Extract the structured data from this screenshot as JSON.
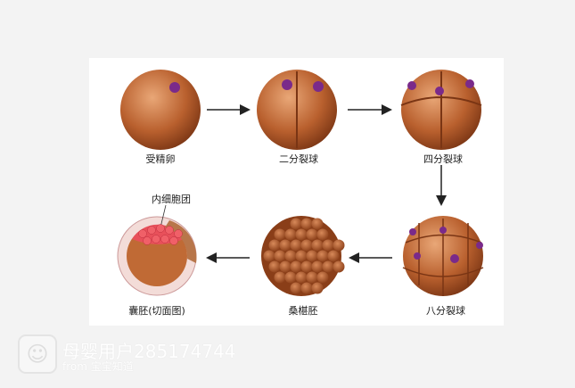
{
  "stages": [
    {
      "label": "受精卵"
    },
    {
      "label": "二分裂球"
    },
    {
      "label": "四分裂球"
    },
    {
      "label": "八分裂球"
    },
    {
      "label": "桑椹胚"
    },
    {
      "label": "囊胚(切面图)"
    }
  ],
  "annotation": "内细胞团",
  "watermark": {
    "user": "母婴用户285174744",
    "source": "from 宝宝知道"
  },
  "colors": {
    "cell": "#b85a2a",
    "nucleus": "#7a2a8a",
    "inner_mass": "#e8505a"
  }
}
